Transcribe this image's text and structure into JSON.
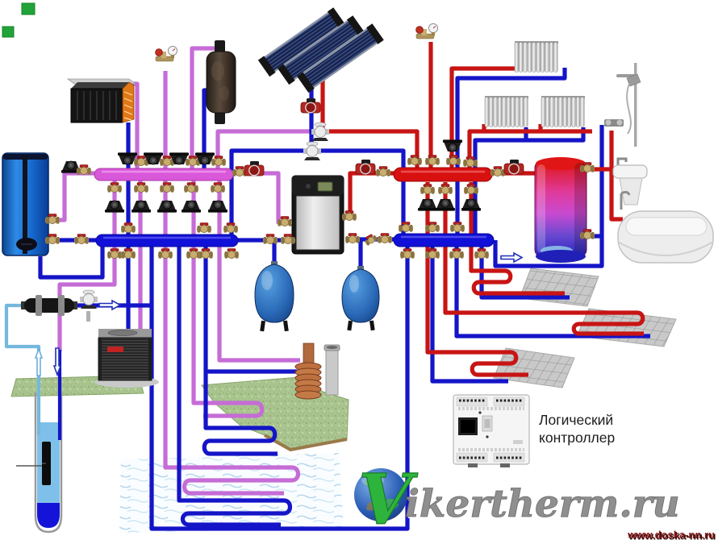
{
  "labels": {
    "controller_line1": "Логический",
    "controller_line2": "контроллер",
    "watermark_initial": "V",
    "watermark_text": "ikertherm.ru",
    "site_credit": "www.doska-nn.ru"
  },
  "colors": {
    "pipe_hot": "#c81414",
    "pipe_cold": "#1414c8",
    "pipe_mix_violet": "#c56cd6",
    "pipe_well_water": "#74b8de",
    "manifold_pink": "#d957d9",
    "manifold_blue": "#1010d8",
    "manifold_red": "#d81010",
    "brass_valve": "#ad935c",
    "valve_handle_red": "#b51f1f",
    "grass_green": "#a9c48f",
    "tile_gray": "#c9c9c9",
    "watermark_gray": "#8f8f8f",
    "logo_green": "#2eb43c",
    "credit_red": "#8b1a1a"
  },
  "components": [
    "solar-collector",
    "ventilation-duct-heat-exchanger",
    "buffer-tank",
    "hydraulic-separator",
    "safety-valve-group",
    "circulation-pump",
    "mixing-valve",
    "boiler",
    "heating-manifold",
    "expansion-tank",
    "panel-radiator",
    "shower",
    "washbasin",
    "bathtub",
    "hot-water-tank",
    "underfloor-heating-circuit",
    "air-source-heat-pump",
    "well-filter",
    "borehole-with-pump",
    "ground-loop-collector",
    "pond-loop-collector",
    "copper-coil-heat-exchanger",
    "logic-controller"
  ]
}
